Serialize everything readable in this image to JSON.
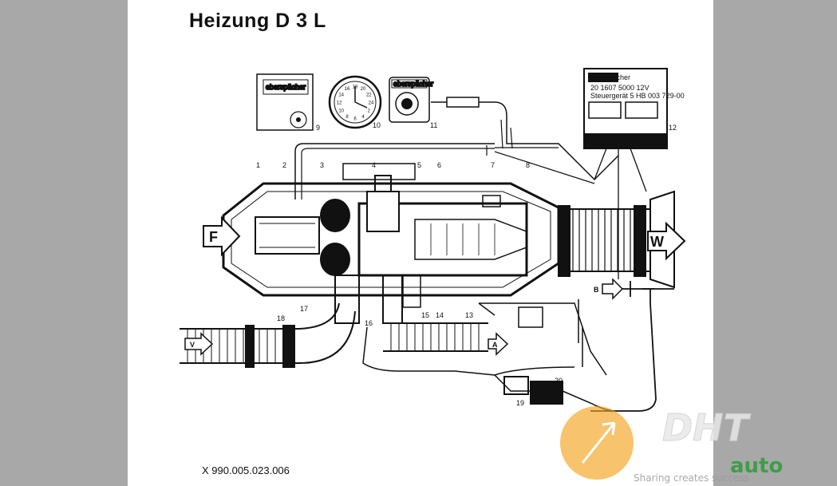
{
  "document": {
    "title": "Heizung  D 3 L",
    "part_number": "X 990.005.023.006"
  },
  "diagram": {
    "callouts": [
      "1",
      "2",
      "3",
      "4",
      "5",
      "6",
      "7",
      "8",
      "9",
      "10",
      "11",
      "12",
      "13",
      "14",
      "15",
      "16",
      "17",
      "18",
      "19",
      "20"
    ],
    "arrow_labels": {
      "fresh_air": "F",
      "warm_air": "W",
      "exhaust": "A",
      "combustion_air": "V",
      "fuel": "B"
    },
    "control_unit": {
      "brand": "eberspächer",
      "line1": "20 1607 5000 12V",
      "line2": "Steuergerät 5 HB 003 729-00"
    },
    "brand_small": "eberspächer",
    "clock_numbers": [
      "18",
      "20",
      "22",
      "24",
      "2",
      "4",
      "6",
      "8",
      "10",
      "12",
      "14",
      "16"
    ]
  },
  "watermark": {
    "brand_a": "DHT",
    "brand_b": "auto",
    "tagline": "Sharing creates success",
    "colors": {
      "orange": "#f3a21a",
      "green": "#2f9a3a",
      "grey": "#9a9a9a"
    }
  }
}
